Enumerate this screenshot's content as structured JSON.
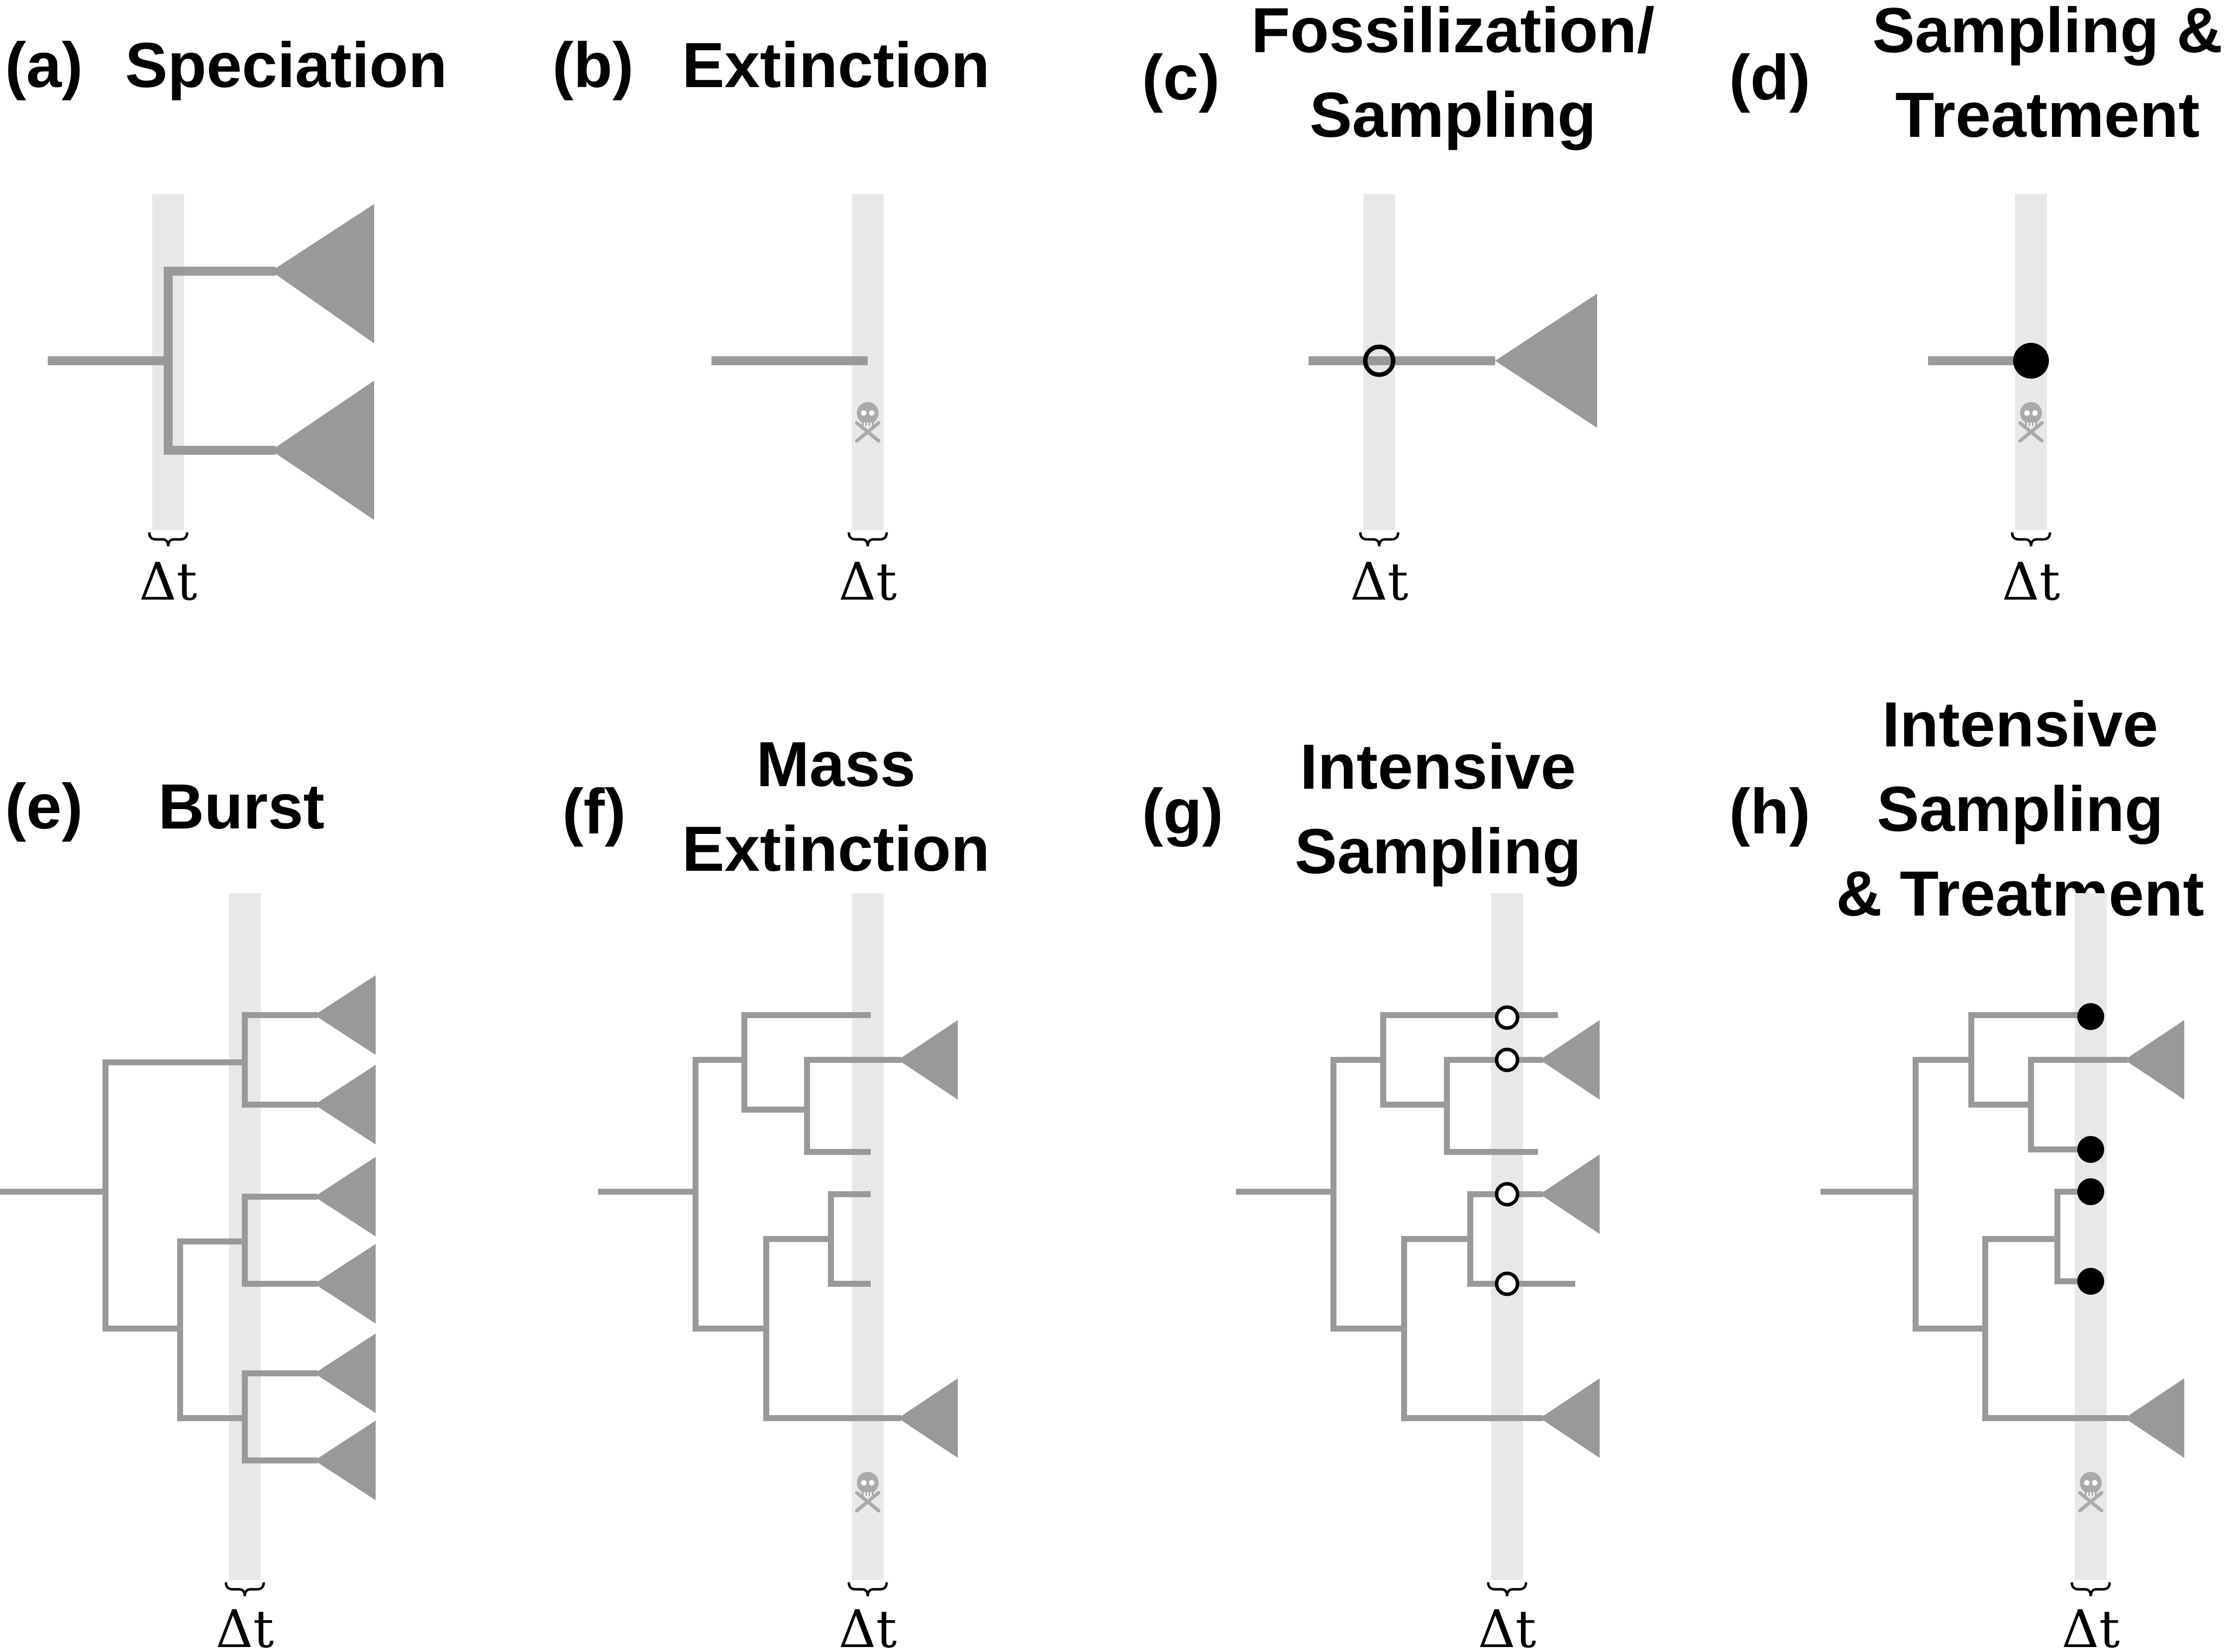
{
  "colors": {
    "branch": "#999999",
    "band": "#e8e8e8",
    "ink": "#000000",
    "skull": "#aaaaaa"
  },
  "delta_t_label": "Δt",
  "panels": [
    {
      "id": "a",
      "label": "(a)",
      "title_lines": [
        "Speciation"
      ]
    },
    {
      "id": "b",
      "label": "(b)",
      "title_lines": [
        "Extinction"
      ]
    },
    {
      "id": "c",
      "label": "(c)",
      "title_lines": [
        "Fossilization/",
        "Sampling"
      ]
    },
    {
      "id": "d",
      "label": "(d)",
      "title_lines": [
        "Sampling &",
        "Treatment"
      ]
    },
    {
      "id": "e",
      "label": "(e)",
      "title_lines": [
        "Burst"
      ]
    },
    {
      "id": "f",
      "label": "(f)",
      "title_lines": [
        "Mass",
        "Extinction"
      ]
    },
    {
      "id": "g",
      "label": "(g)",
      "title_lines": [
        "Intensive",
        "Sampling"
      ]
    },
    {
      "id": "h",
      "label": "(h)",
      "title_lines": [
        "Intensive",
        "Sampling",
        "& Treatment"
      ]
    }
  ],
  "icons": [
    "skull-crossbones-icon",
    "clade-triangle-icon",
    "open-circle-fossil-icon",
    "filled-circle-sample-icon"
  ]
}
